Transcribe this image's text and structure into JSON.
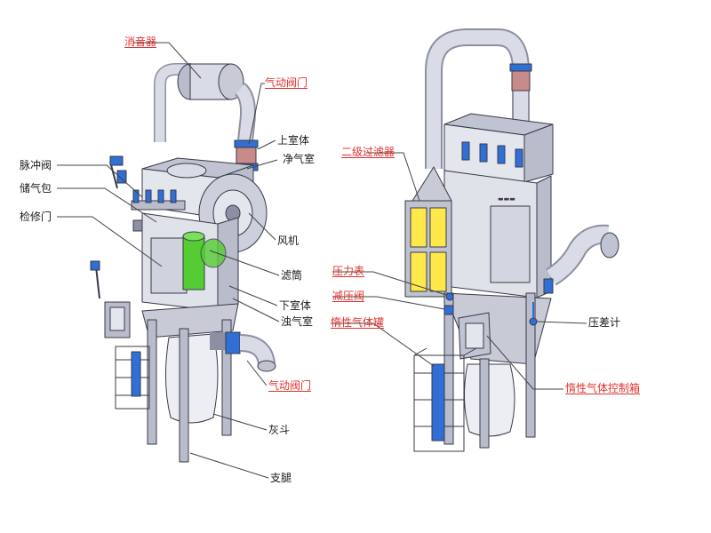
{
  "colors": {
    "steel_light": "#d9dbe6",
    "steel_mid": "#b9bccb",
    "steel_dark": "#8d90a3",
    "outline": "#3a3a48",
    "filter_green": "#55cc33",
    "filter_yellow": "#ffe84a",
    "valve_blue": "#2f6fd6",
    "label_red": "#e0322f",
    "label_black": "#1a1a1a",
    "leader": "#444444"
  },
  "labels": {
    "left": {
      "muffler": "消音器",
      "pneumatic_valve_top": "气动阀门",
      "upper_chamber": "上室体",
      "clean_air_chamber": "净气室",
      "pulse_valve": "脉冲阀",
      "air_tank": "储气包",
      "access_door": "检修门",
      "fan": "风机",
      "filter_cartridge": "滤筒",
      "lower_chamber": "下室体",
      "dirty_air_chamber": "浊气室",
      "pneumatic_valve_bottom": "气动阀门",
      "ash_hopper": "灰斗",
      "support_legs": "支腿"
    },
    "right": {
      "secondary_filter": "二级过滤器",
      "pressure_gauge": "压力表",
      "pressure_reducing_valve": "减压阀",
      "inert_gas_tank": "惰性气体罐",
      "differential_pressure_gauge": "压差计",
      "inert_gas_control_box": "惰性气体控制箱"
    }
  }
}
